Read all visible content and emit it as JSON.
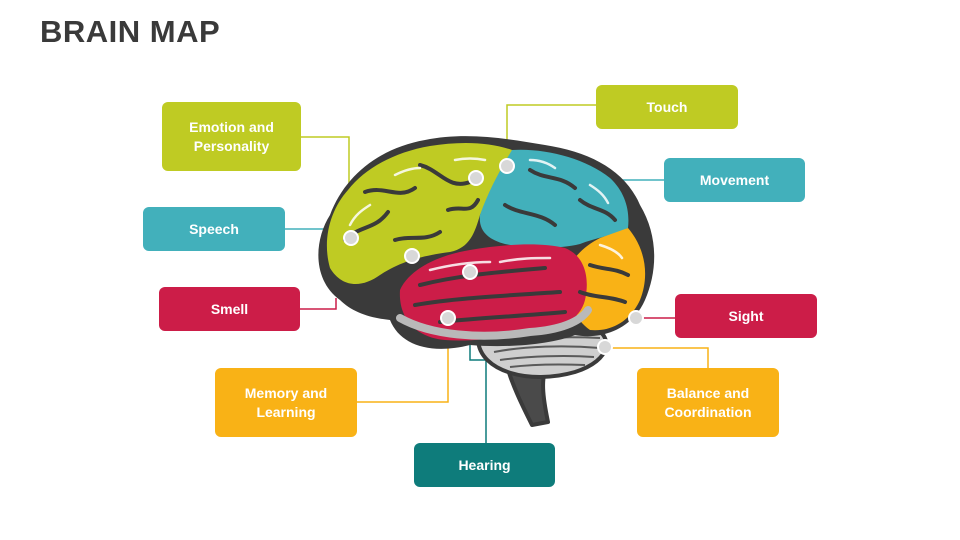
{
  "title": "BRAIN MAP",
  "colors": {
    "lime": "#bfcb23",
    "teal": "#42b0bb",
    "crimson": "#cc1d48",
    "amber": "#f9b216",
    "dark_teal": "#0e7c7b",
    "outline": "#3a3a3a",
    "node": "#d8d8d8"
  },
  "labels": {
    "emotion": "Emotion and\nPersonality",
    "touch": "Touch",
    "movement": "Movement",
    "speech": "Speech",
    "smell": "Smell",
    "sight": "Sight",
    "memory": "Memory and\nLearning",
    "balance": "Balance and\nCoordination",
    "hearing": "Hearing"
  }
}
